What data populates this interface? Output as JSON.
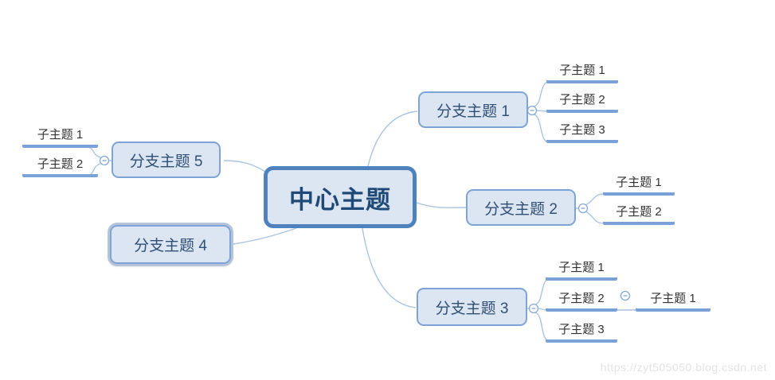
{
  "watermark": {
    "text": "https://zyt505050.blog.csdn.net"
  },
  "colors": {
    "center_border": "#4f81bd",
    "topic_fill": "#dce6f2",
    "branch_border": "#7da4d6",
    "center_text": "#1f4a77",
    "branch_text": "#2f4f74",
    "subtopic_text": "#333333",
    "subtopic_underline": "#7ba2d8",
    "connector_line": "#a9c4e4",
    "selection_ring": "#b7c4d8",
    "watermark_text": "#e3e3e3"
  },
  "nodes": {
    "center": {
      "label": "中心主题"
    },
    "branch1": {
      "label": "分支主题 1",
      "children": {
        "s1": "子主题 1",
        "s2": "子主题 2",
        "s3": "子主题 3"
      }
    },
    "branch2": {
      "label": "分支主题 2",
      "children": {
        "s1": "子主题 1",
        "s2": "子主题 2"
      }
    },
    "branch3": {
      "label": "分支主题 3",
      "children": {
        "s1": "子主题 1",
        "s2": "子主题 2",
        "s3": "子主题 3",
        "s2child": "子主题 1"
      }
    },
    "branch4": {
      "label": "分支主题 4",
      "selected": "true"
    },
    "branch5": {
      "label": "分支主题 5",
      "children": {
        "s1": "子主题 1",
        "s2": "子主题 2"
      }
    }
  }
}
